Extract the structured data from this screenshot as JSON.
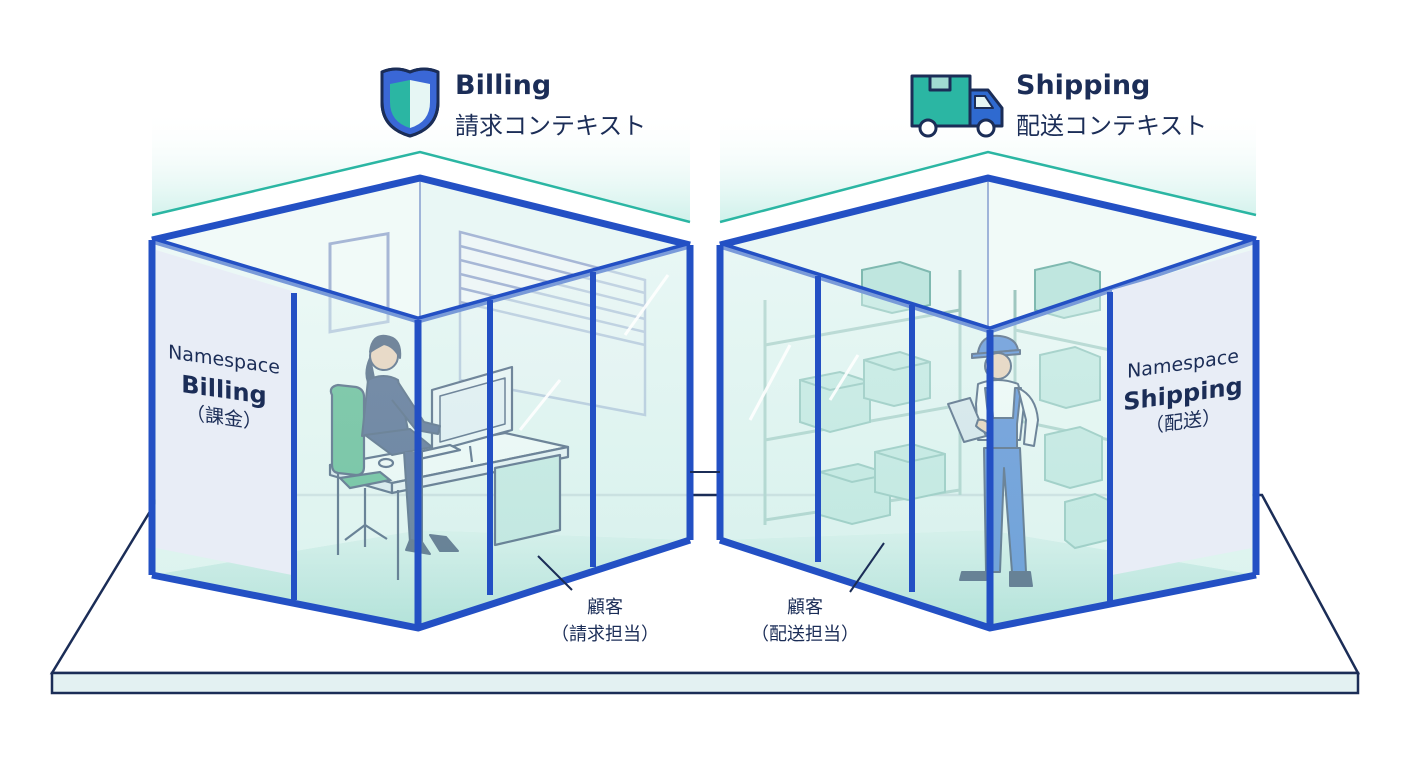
{
  "contexts": {
    "billing": {
      "title": "Billing",
      "subtitle": "請求コンテキスト",
      "icon": "shield-icon",
      "namespace_label": "Namespace",
      "namespace_name": "Billing",
      "namespace_jp": "（課金）",
      "callout_line1": "顧客",
      "callout_line2": "（請求担当）"
    },
    "shipping": {
      "title": "Shipping",
      "subtitle": "配送コンテキスト",
      "icon": "delivery-truck-icon",
      "namespace_label": "Namespace",
      "namespace_name": "Shipping",
      "namespace_jp": "（配送）",
      "callout_line1": "顧客",
      "callout_line2": "（配送担当）"
    }
  },
  "colors": {
    "frame_blue": "#2350c4",
    "navy_text": "#1b2d57",
    "teal_accent": "#2bb6a3",
    "glass": "#e6f6f4",
    "panel": "#e8edf6"
  }
}
